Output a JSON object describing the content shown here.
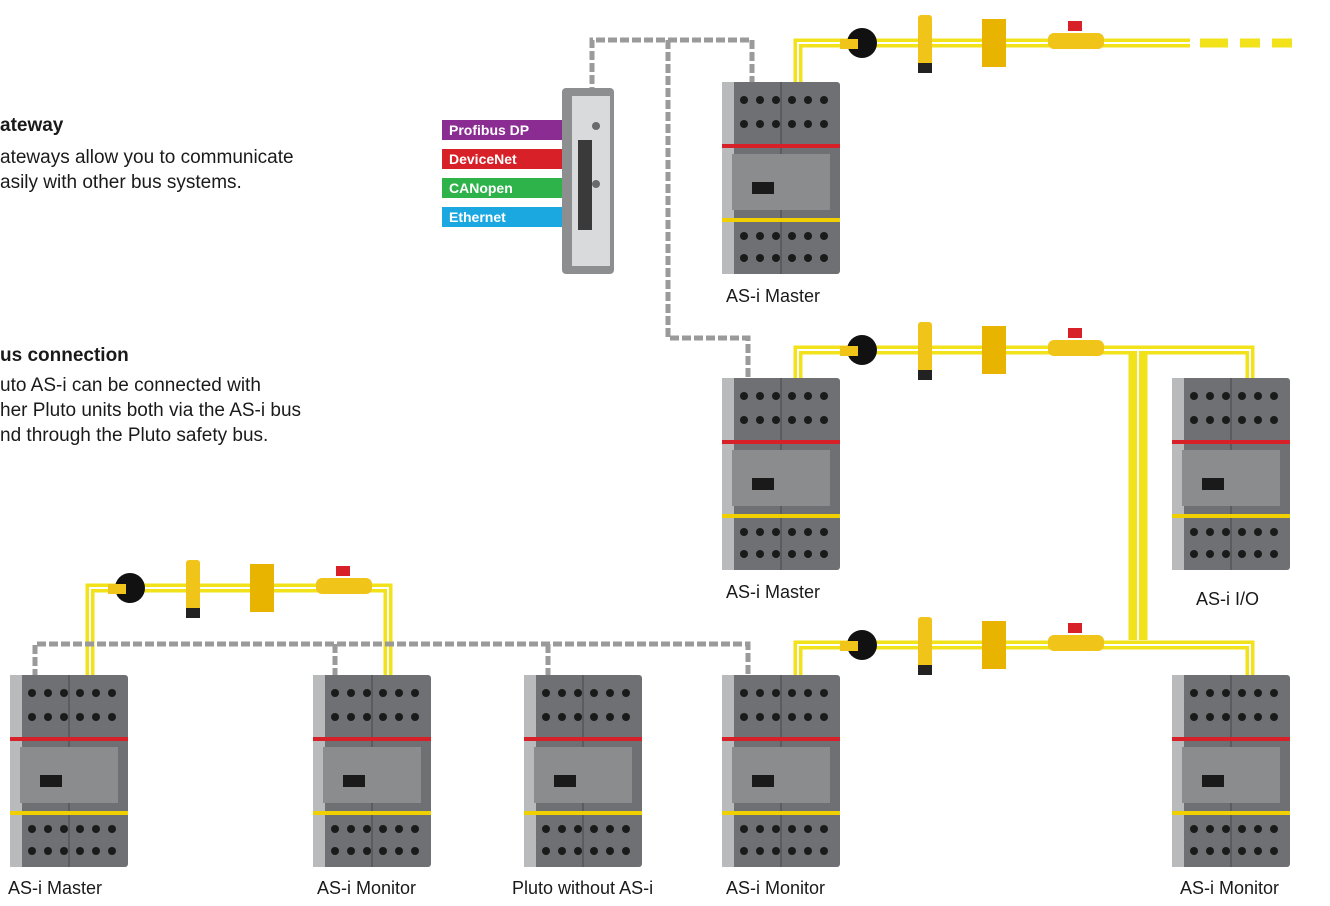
{
  "gateway": {
    "heading": "ateway",
    "lines": [
      "ateways allow you to communicate",
      "asily with other bus systems."
    ]
  },
  "bus_connection": {
    "heading": "us connection",
    "lines": [
      "uto AS-i can be connected with",
      "her Pluto units both via the AS-i bus",
      "nd through the Pluto safety bus."
    ]
  },
  "protocols": [
    {
      "label": "Profibus DP",
      "color": "#8a2c92"
    },
    {
      "label": "DeviceNet",
      "color": "#d72027"
    },
    {
      "label": "CANopen",
      "color": "#2db34a"
    },
    {
      "label": "Ethernet",
      "color": "#1ba8e0"
    }
  ],
  "units": [
    {
      "label": "AS-i  Master"
    },
    {
      "label": "AS-i  Master"
    },
    {
      "label": "AS-i I/O"
    },
    {
      "label": "AS-i  Master"
    },
    {
      "label": "AS-i  Monitor"
    },
    {
      "label": "Pluto without AS-i"
    },
    {
      "label": "AS-i  Monitor"
    },
    {
      "label": "AS-i  Monitor"
    }
  ],
  "colors": {
    "asi_bus": "#f2e21a",
    "safety_bus": "#9a9a9a",
    "unit_body": "#6e7073",
    "device": "#f0c419"
  }
}
